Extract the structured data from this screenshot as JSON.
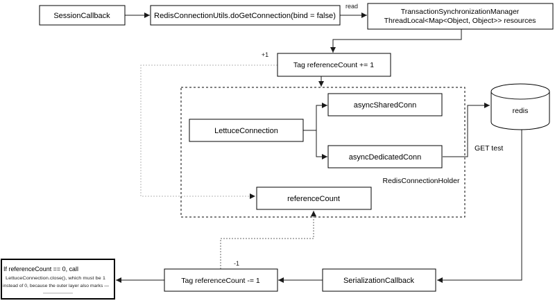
{
  "diagram": {
    "title_hint": "Redis connection reference-count flow",
    "nodes": {
      "session_callback": "SessionCallback",
      "do_get_connection": "RedisConnectionUtils.doGetConnection(bind = false)",
      "tsm": {
        "line1": "TransactionSynchronizationManager",
        "line2": "ThreadLocal<Map<Object, Object>> resources"
      },
      "tag_increment": "Tag referenceCount += 1",
      "lettuce_connection": "LettuceConnection",
      "async_shared_conn": "asyncSharedConn",
      "async_dedicated_conn": "asyncDedicatedConn",
      "reference_count": "referenceCount",
      "redis_connection_holder": "RedisConnectionHolder",
      "redis_db": "redis",
      "serialization_callback": "SerializationCallback",
      "tag_decrement": "Tag referenceCount -= 1"
    },
    "edge_labels": {
      "read": "read",
      "plus_one": "+1",
      "minus_one": "-1",
      "get_test": "GET test"
    },
    "note": {
      "line1": "If referenceCount == 0, call",
      "line2": "LettuceConnection.close(), which must be 1",
      "line3": "instead of 0, because the outer layer also marks —"
    },
    "colors": {
      "stroke": "#000000",
      "dotted_light": "#b3b3b3",
      "dotted_dark": "#666666",
      "background": "#ffffff"
    }
  }
}
